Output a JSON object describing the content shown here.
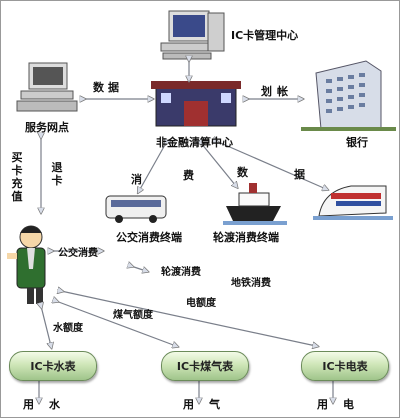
{
  "nodes": {
    "ic_center": "IC卡管理中心",
    "service_point": "服务网点",
    "clearing_center": "非金融清算中心",
    "bank": "银行",
    "bus_terminal": "公交消费终端",
    "ferry_terminal": "轮渡消费终端"
  },
  "flows": {
    "data_1": "数",
    "data_2": "据",
    "transfer_1": "划",
    "transfer_2": "帐",
    "consume_1": "消",
    "consume_2": "费",
    "consume_3": "数",
    "consume_4": "据",
    "buy_card": "买卡充值",
    "return_card": "退卡",
    "bus_consume": "公交消费",
    "ferry_consume": "轮渡消费",
    "subway_consume": "地铁消费",
    "elec_quota": "电额度",
    "gas_quota": "煤气额度",
    "water_quota": "水额度"
  },
  "meters": {
    "water": "IC卡水表",
    "gas": "IC卡煤气表",
    "elec": "IC卡电表"
  },
  "usage": {
    "water_1": "用",
    "water_2": "水",
    "gas_1": "用",
    "gas_2": "气",
    "elec_1": "用",
    "elec_2": "电"
  }
}
